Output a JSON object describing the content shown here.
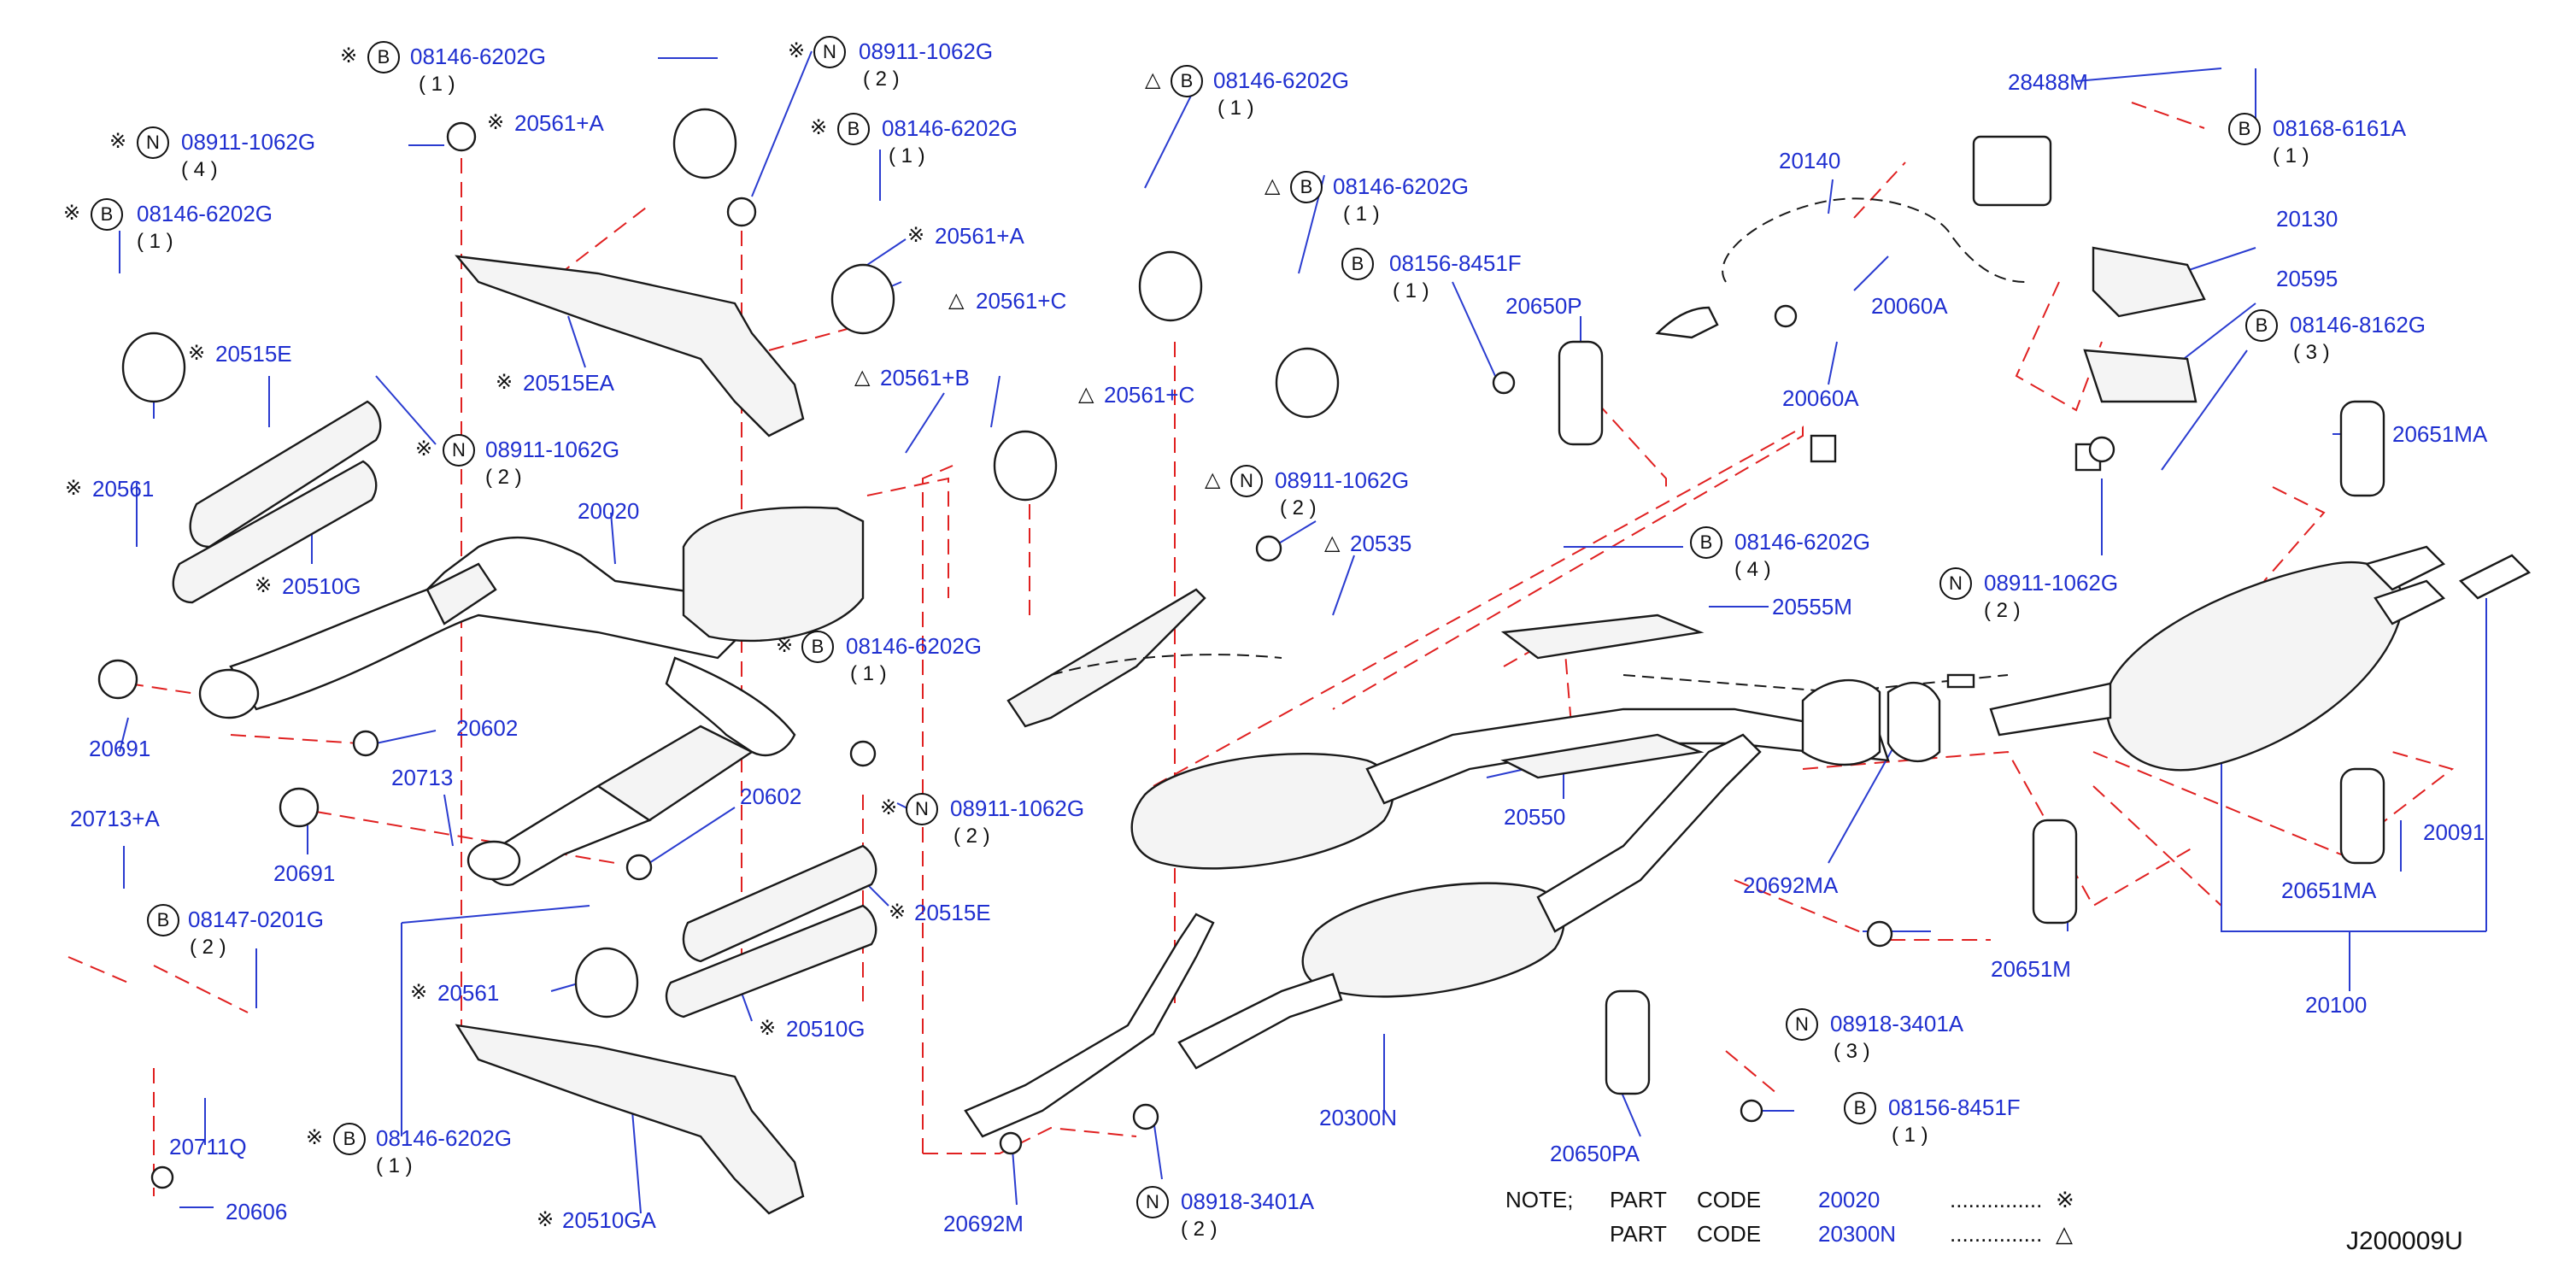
{
  "diagram_code": "J200009U",
  "note": {
    "label": "NOTE;",
    "rows": [
      {
        "part": "PART",
        "code": "CODE",
        "number": "20020",
        "dots": "...............",
        "symbol": "※"
      },
      {
        "part": "PART",
        "code": "CODE",
        "number": "20300N",
        "dots": "...............",
        "symbol": "△"
      }
    ]
  },
  "symbols": {
    "asterisk": "※",
    "triangle": "△"
  },
  "callouts": [
    {
      "id": "c01",
      "mark": "※",
      "circle": "B",
      "text": "08146-6202G",
      "qty": "( 1 )"
    },
    {
      "id": "c02",
      "mark": "※",
      "circle": "N",
      "text": "08911-1062G",
      "qty": "( 4 )"
    },
    {
      "id": "c03",
      "mark": "※",
      "circle": "B",
      "text": "08146-6202G",
      "qty": "( 1 )"
    },
    {
      "id": "c04",
      "mark": "※",
      "circle": "",
      "text": "20561+A",
      "qty": ""
    },
    {
      "id": "c05",
      "mark": "※",
      "circle": "N",
      "text": "08911-1062G",
      "qty": "( 2 )"
    },
    {
      "id": "c06",
      "mark": "※",
      "circle": "B",
      "text": "08146-6202G",
      "qty": "( 1 )"
    },
    {
      "id": "c07",
      "mark": "※",
      "circle": "",
      "text": "20561+A",
      "qty": ""
    },
    {
      "id": "c08",
      "mark": "△",
      "circle": "",
      "text": "20561+C",
      "qty": ""
    },
    {
      "id": "c09",
      "mark": "※",
      "circle": "",
      "text": "20515E",
      "qty": ""
    },
    {
      "id": "c10",
      "mark": "※",
      "circle": "",
      "text": "20515EA",
      "qty": ""
    },
    {
      "id": "c11",
      "mark": "※",
      "circle": "",
      "text": "20561",
      "qty": ""
    },
    {
      "id": "c12",
      "mark": "※",
      "circle": "N",
      "text": "08911-1062G",
      "qty": "( 2 )"
    },
    {
      "id": "c13",
      "mark": "※",
      "circle": "",
      "text": "20510G",
      "qty": ""
    },
    {
      "id": "c14",
      "mark": "",
      "circle": "",
      "text": "20020",
      "qty": ""
    },
    {
      "id": "c15",
      "mark": "※",
      "circle": "B",
      "text": "08146-6202G",
      "qty": "( 1 )"
    },
    {
      "id": "c16",
      "mark": "",
      "circle": "",
      "text": "20691",
      "qty": ""
    },
    {
      "id": "c17",
      "mark": "",
      "circle": "",
      "text": "20602",
      "qty": ""
    },
    {
      "id": "c18",
      "mark": "",
      "circle": "",
      "text": "20713",
      "qty": ""
    },
    {
      "id": "c19",
      "mark": "",
      "circle": "",
      "text": "20602",
      "qty": ""
    },
    {
      "id": "c20",
      "mark": "",
      "circle": "",
      "text": "20691",
      "qty": ""
    },
    {
      "id": "c21",
      "mark": "※",
      "circle": "N",
      "text": "08911-1062G",
      "qty": "( 2 )"
    },
    {
      "id": "c22",
      "mark": "",
      "circle": "",
      "text": "20713+A",
      "qty": ""
    },
    {
      "id": "c23",
      "mark": "",
      "circle": "B",
      "text": "08147-0201G",
      "qty": "( 2 )"
    },
    {
      "id": "c24",
      "mark": "※",
      "circle": "",
      "text": "20515E",
      "qty": ""
    },
    {
      "id": "c25",
      "mark": "※",
      "circle": "",
      "text": "20561",
      "qty": ""
    },
    {
      "id": "c26",
      "mark": "※",
      "circle": "",
      "text": "20510G",
      "qty": ""
    },
    {
      "id": "c27",
      "mark": "",
      "circle": "",
      "text": "20711Q",
      "qty": ""
    },
    {
      "id": "c28",
      "mark": "※",
      "circle": "B",
      "text": "08146-6202G",
      "qty": "( 1 )"
    },
    {
      "id": "c29",
      "mark": "",
      "circle": "",
      "text": "20606",
      "qty": ""
    },
    {
      "id": "c30",
      "mark": "※",
      "circle": "",
      "text": "20510GA",
      "qty": ""
    },
    {
      "id": "c31",
      "mark": "△",
      "circle": "B",
      "text": "08146-6202G",
      "qty": "( 1 )"
    },
    {
      "id": "c32",
      "mark": "△",
      "circle": "B",
      "text": "08146-6202G",
      "qty": "( 1 )"
    },
    {
      "id": "c33",
      "mark": "",
      "circle": "B",
      "text": "08156-8451F",
      "qty": "( 1 )"
    },
    {
      "id": "c34",
      "mark": "△",
      "circle": "",
      "text": "20561+B",
      "qty": ""
    },
    {
      "id": "c35",
      "mark": "△",
      "circle": "",
      "text": "20561+C",
      "qty": ""
    },
    {
      "id": "c36",
      "mark": "△",
      "circle": "N",
      "text": "08911-1062G",
      "qty": "( 2 )"
    },
    {
      "id": "c37",
      "mark": "△",
      "circle": "",
      "text": "20535",
      "qty": ""
    },
    {
      "id": "c38",
      "mark": "",
      "circle": "",
      "text": "20650P",
      "qty": ""
    },
    {
      "id": "c39",
      "mark": "",
      "circle": "",
      "text": "20140",
      "qty": ""
    },
    {
      "id": "c40",
      "mark": "",
      "circle": "",
      "text": "20060A",
      "qty": ""
    },
    {
      "id": "c41",
      "mark": "",
      "circle": "",
      "text": "20060A",
      "qty": ""
    },
    {
      "id": "c42",
      "mark": "",
      "circle": "",
      "text": "28488M",
      "qty": ""
    },
    {
      "id": "c43",
      "mark": "",
      "circle": "B",
      "text": "08168-6161A",
      "qty": "( 1 )"
    },
    {
      "id": "c44",
      "mark": "",
      "circle": "",
      "text": "20130",
      "qty": ""
    },
    {
      "id": "c45",
      "mark": "",
      "circle": "",
      "text": "20595",
      "qty": ""
    },
    {
      "id": "c46",
      "mark": "",
      "circle": "B",
      "text": "08146-8162G",
      "qty": "( 3 )"
    },
    {
      "id": "c47",
      "mark": "",
      "circle": "",
      "text": "20651MA",
      "qty": ""
    },
    {
      "id": "c48",
      "mark": "",
      "circle": "B",
      "text": "08146-6202G",
      "qty": "( 4 )"
    },
    {
      "id": "c49",
      "mark": "",
      "circle": "N",
      "text": "08911-1062G",
      "qty": "( 2 )"
    },
    {
      "id": "c50",
      "mark": "",
      "circle": "",
      "text": "20555M",
      "qty": ""
    },
    {
      "id": "c51",
      "mark": "",
      "circle": "",
      "text": "20550",
      "qty": ""
    },
    {
      "id": "c52",
      "mark": "",
      "circle": "",
      "text": "20692MA",
      "qty": ""
    },
    {
      "id": "c53",
      "mark": "",
      "circle": "",
      "text": "20651MA",
      "qty": ""
    },
    {
      "id": "c54",
      "mark": "",
      "circle": "",
      "text": "20091",
      "qty": ""
    },
    {
      "id": "c55",
      "mark": "",
      "circle": "",
      "text": "20651M",
      "qty": ""
    },
    {
      "id": "c56",
      "mark": "",
      "circle": "",
      "text": "20100",
      "qty": ""
    },
    {
      "id": "c57",
      "mark": "",
      "circle": "N",
      "text": "08918-3401A",
      "qty": "( 3 )"
    },
    {
      "id": "c58",
      "mark": "",
      "circle": "",
      "text": "20300N",
      "qty": ""
    },
    {
      "id": "c59",
      "mark": "",
      "circle": "B",
      "text": "08156-8451F",
      "qty": "( 1 )"
    },
    {
      "id": "c60",
      "mark": "",
      "circle": "",
      "text": "20650PA",
      "qty": ""
    },
    {
      "id": "c61",
      "mark": "",
      "circle": "",
      "text": "20692M",
      "qty": ""
    },
    {
      "id": "c62",
      "mark": "",
      "circle": "N",
      "text": "08918-3401A",
      "qty": "( 2 )"
    }
  ]
}
